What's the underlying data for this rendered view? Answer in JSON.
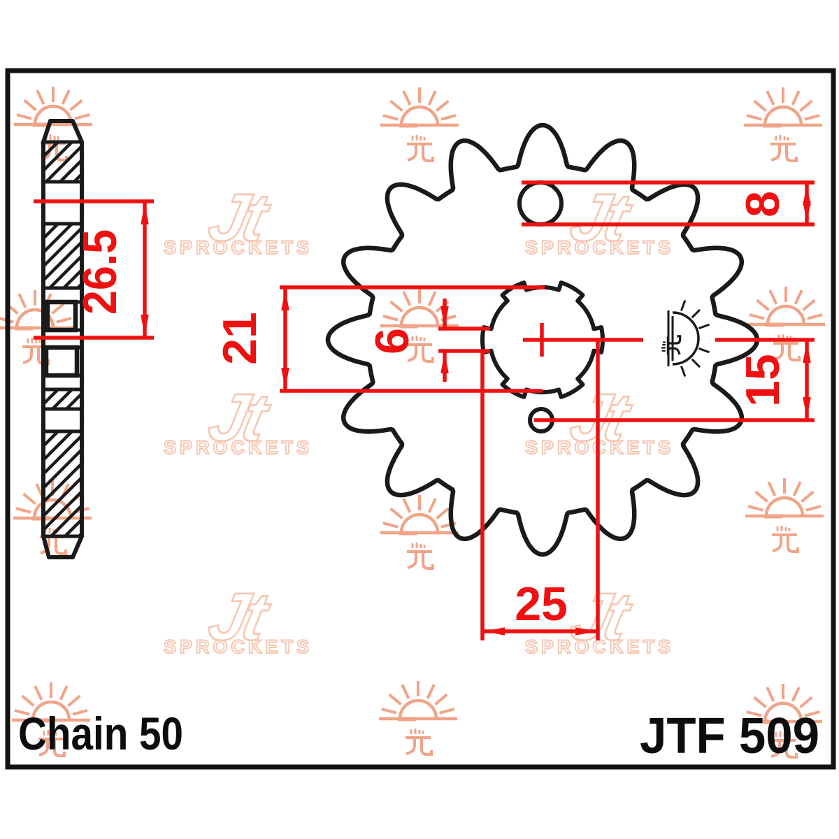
{
  "title": "JT Sprockets front sprocket technical drawing",
  "part": {
    "part_number": "JTF 509",
    "chain_label": "Chain 50"
  },
  "dimensions": {
    "side_thickness": "26.5",
    "top_hole_diameter": "8",
    "bore_diameter": "21",
    "spline_depth": "6",
    "lower_hole_offset": "15",
    "hole_spacing": "25"
  },
  "watermark": {
    "brand": "Jt",
    "subtext": "SPROCKETS",
    "sun_icon": "jt-sun-logo",
    "sun_count": 12,
    "logo_count": 6
  },
  "stamp_icon": "jt-sun-stamp",
  "gear": {
    "teeth": 16,
    "spline_count": 6,
    "holes": 2
  },
  "colors": {
    "dimension_red": "#ee1111",
    "line_black": "#1a1a1a",
    "watermark_sun": "#f0a488",
    "watermark_logo": "#f5c6b0",
    "background": "#ffffff"
  }
}
